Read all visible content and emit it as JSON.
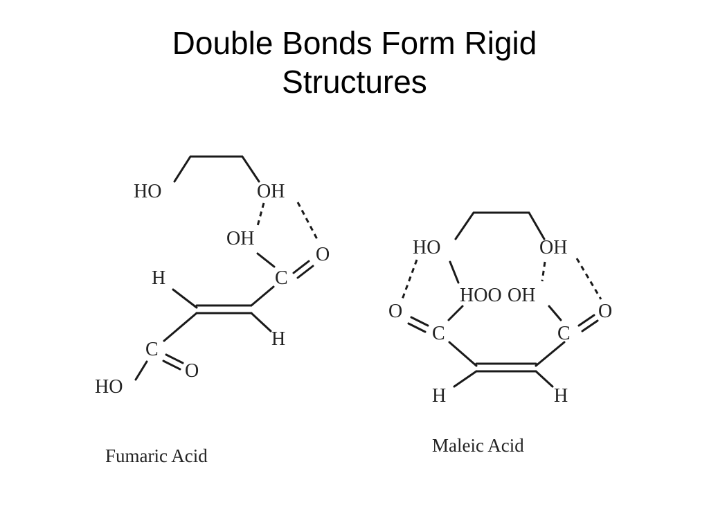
{
  "title": {
    "line1": "Double Bonds Form Rigid",
    "line2": "Structures"
  },
  "fumaric": {
    "atoms": {
      "ho_top": "HO",
      "oh_top": "OH",
      "oh_mid": "OH",
      "o_right": "O",
      "c_top": "C",
      "h_left": "H",
      "h_right": "H",
      "c_bottom": "C",
      "o_bottom": "O",
      "ho_bottom": "HO"
    },
    "caption": "Fumaric Acid"
  },
  "maleic": {
    "atoms": {
      "ho_top": "HO",
      "oh_top": "OH",
      "hoo_h": "HOO",
      "oh_center": "OH",
      "o_left": "O",
      "o_right": "O",
      "c_left": "C",
      "c_right": "C",
      "h_left": "H",
      "h_right": "H"
    },
    "caption": "Maleic Acid"
  }
}
